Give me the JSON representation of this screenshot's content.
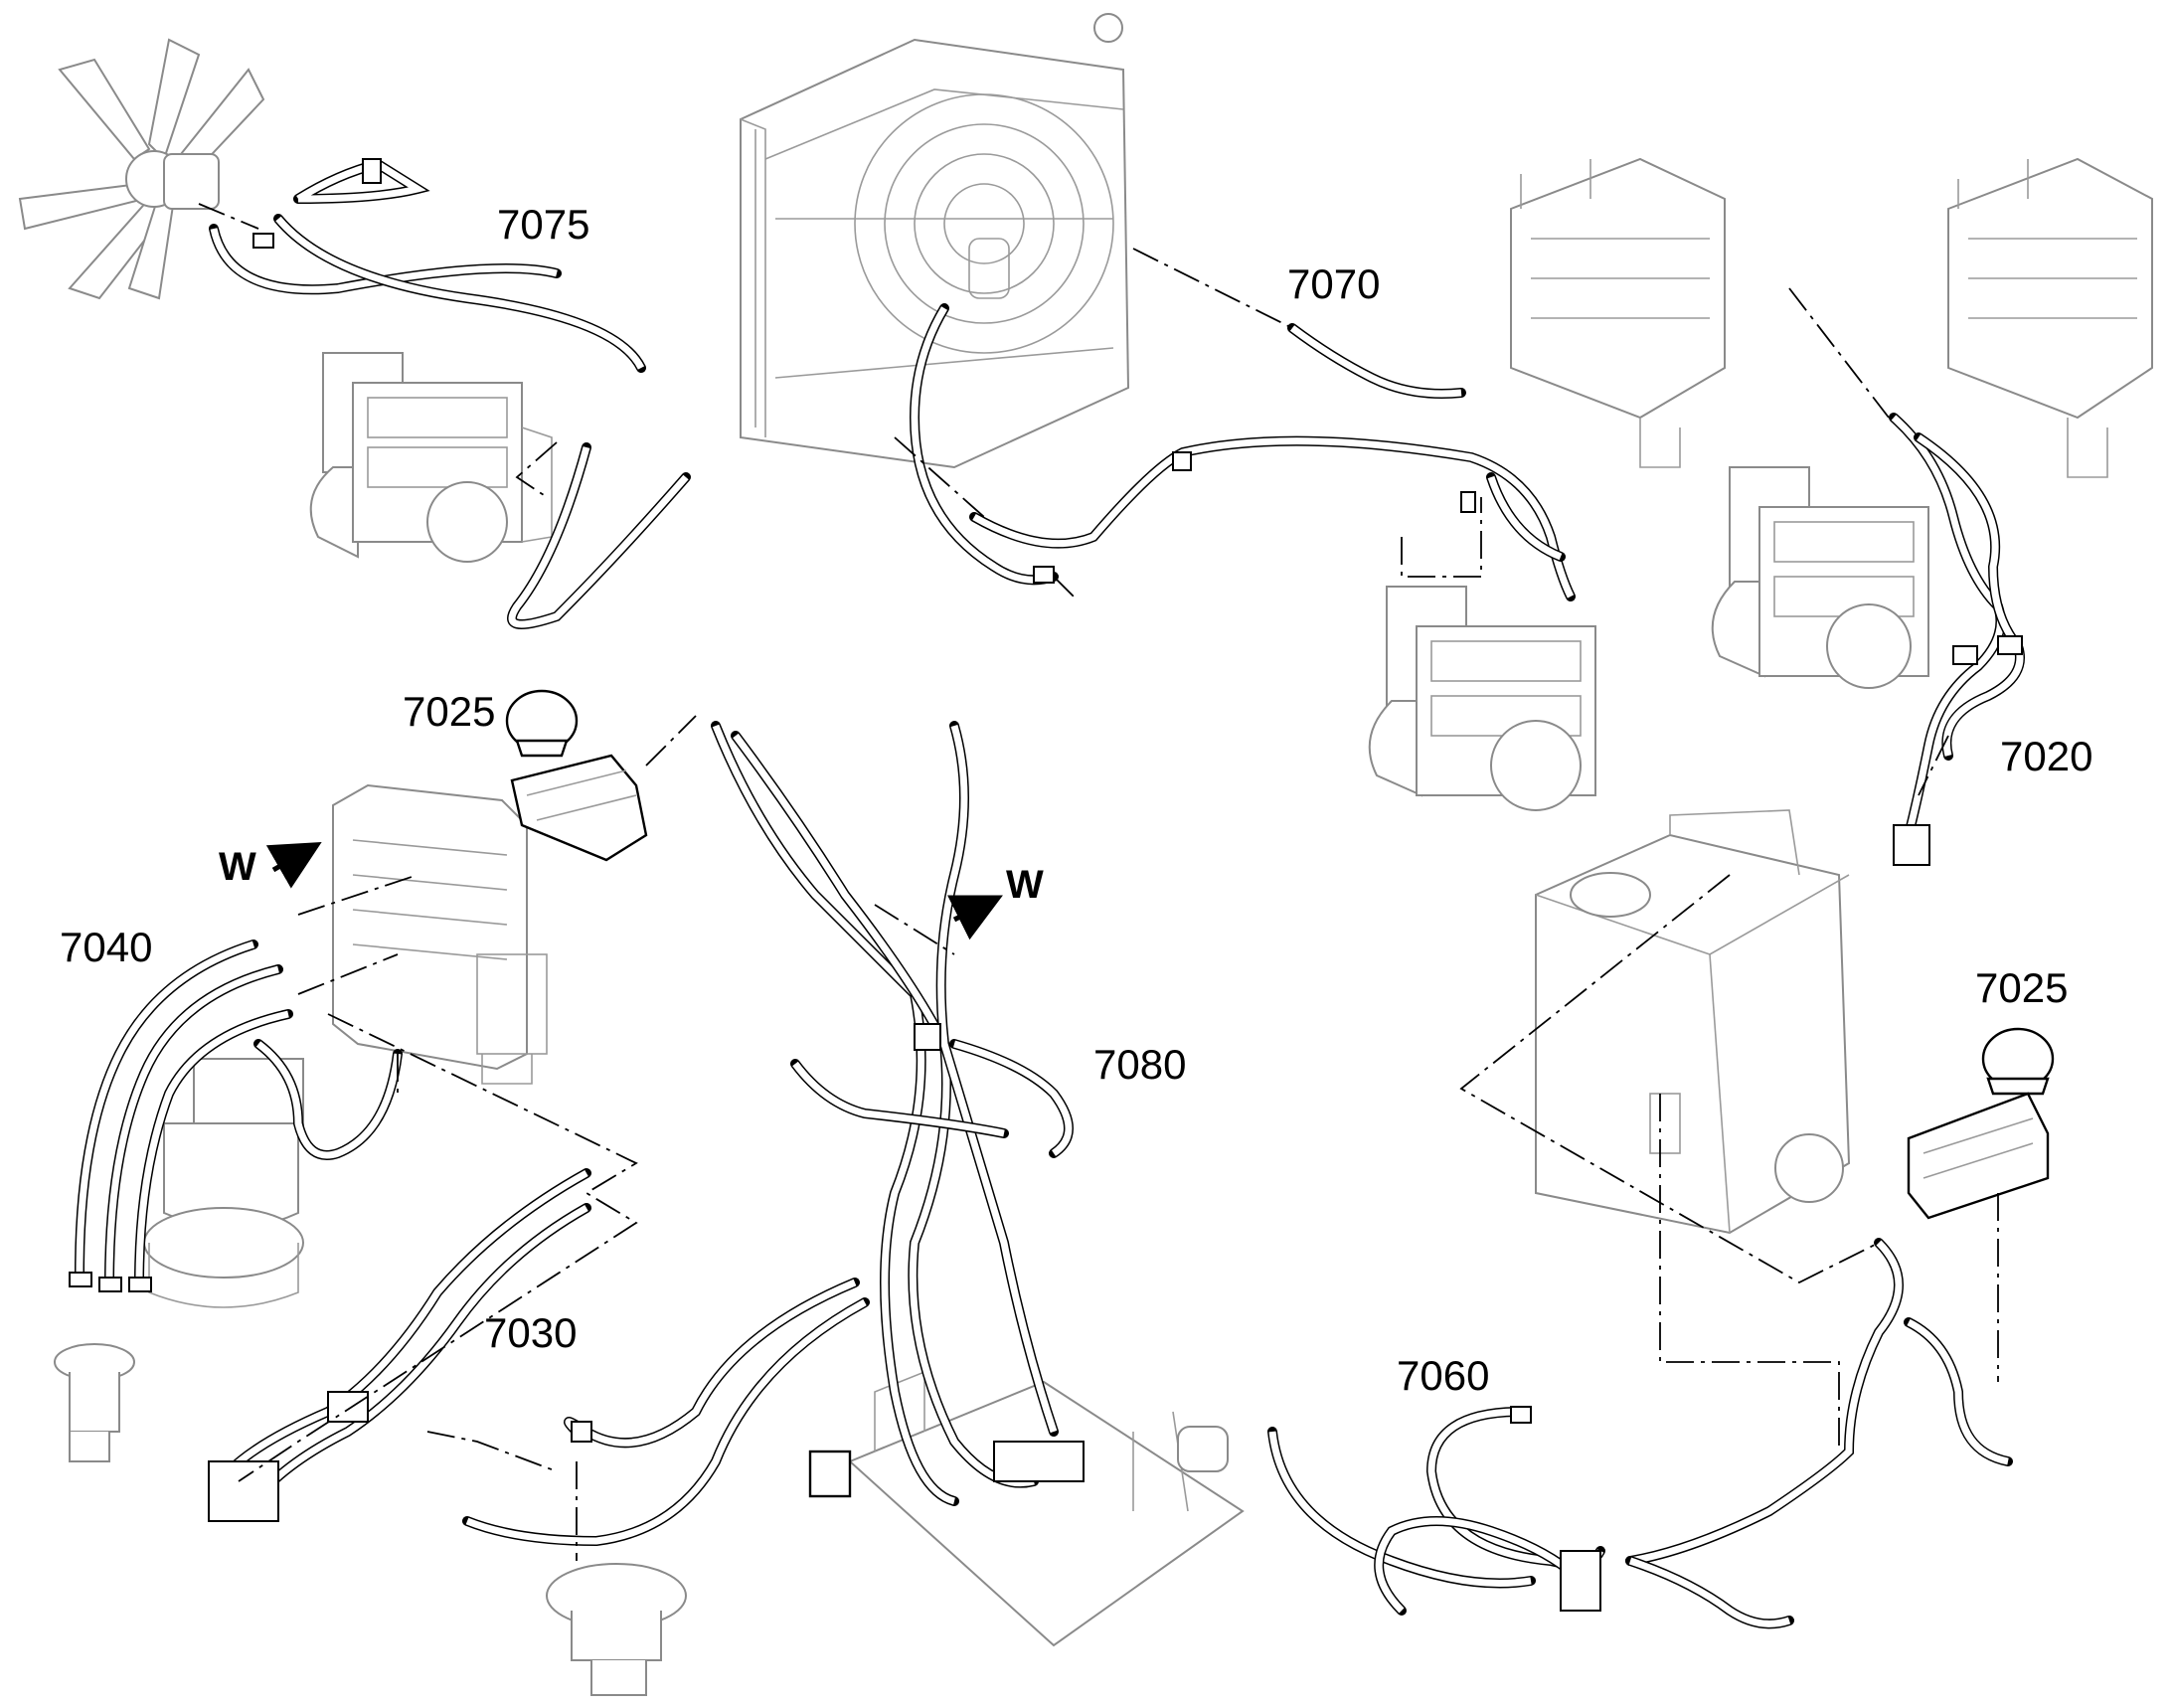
{
  "labels": {
    "l7075": "7075",
    "l7070": "7070",
    "l7020": "7020",
    "l7025a": "7025",
    "l7025b": "7025",
    "l7040": "7040",
    "l7080": "7080",
    "l7030": "7030",
    "l7060": "7060",
    "wa": "W",
    "wb": "W"
  },
  "colors": {
    "line": "#000000",
    "component": "#8a8a8a",
    "background": "#ffffff"
  }
}
